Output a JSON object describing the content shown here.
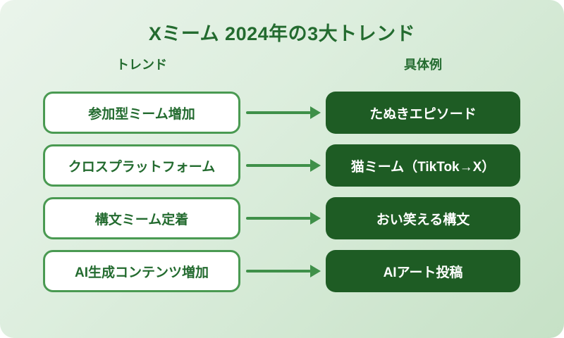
{
  "title": "Xミーム 2024年の3大トレンド",
  "columns": {
    "trend_header": "トレンド",
    "example_header": "具体例"
  },
  "rows": [
    {
      "trend": "参加型ミーム増加",
      "example": "たぬきエピソード"
    },
    {
      "trend": "クロスプラットフォーム",
      "example": "猫ミーム（TikTok→X）"
    },
    {
      "trend": "構文ミーム定着",
      "example": "おい笑える構文"
    },
    {
      "trend": "AI生成コンテンツ増加",
      "example": "AIアート投稿"
    }
  ],
  "colors": {
    "background_gradient_start": "#eaf4eb",
    "background_gradient_end": "#c6e1c6",
    "heading_text_green": "#236b2f",
    "trend_box_background": "#ffffff",
    "trend_box_border_green": "#4a9a52",
    "arrow_green": "#3f9049",
    "example_box_green": "#1e5c24",
    "example_box_text": "#ffffff"
  }
}
